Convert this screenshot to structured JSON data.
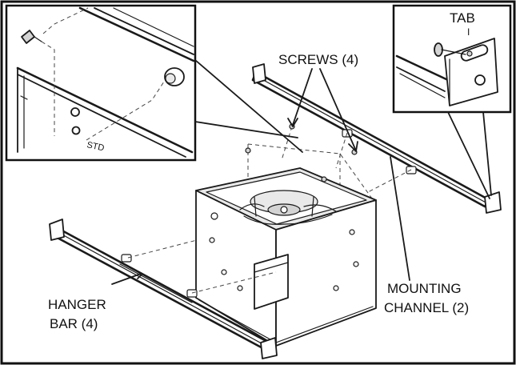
{
  "labels": {
    "tab": "TAB",
    "tab_marker": "I",
    "screws": "SCREWS (4)",
    "std": "STD",
    "mounting_line1": "MOUNTING",
    "mounting_line2": "CHANNEL (2)",
    "hanger_line1": "HANGER",
    "hanger_line2": "BAR (4)"
  }
}
